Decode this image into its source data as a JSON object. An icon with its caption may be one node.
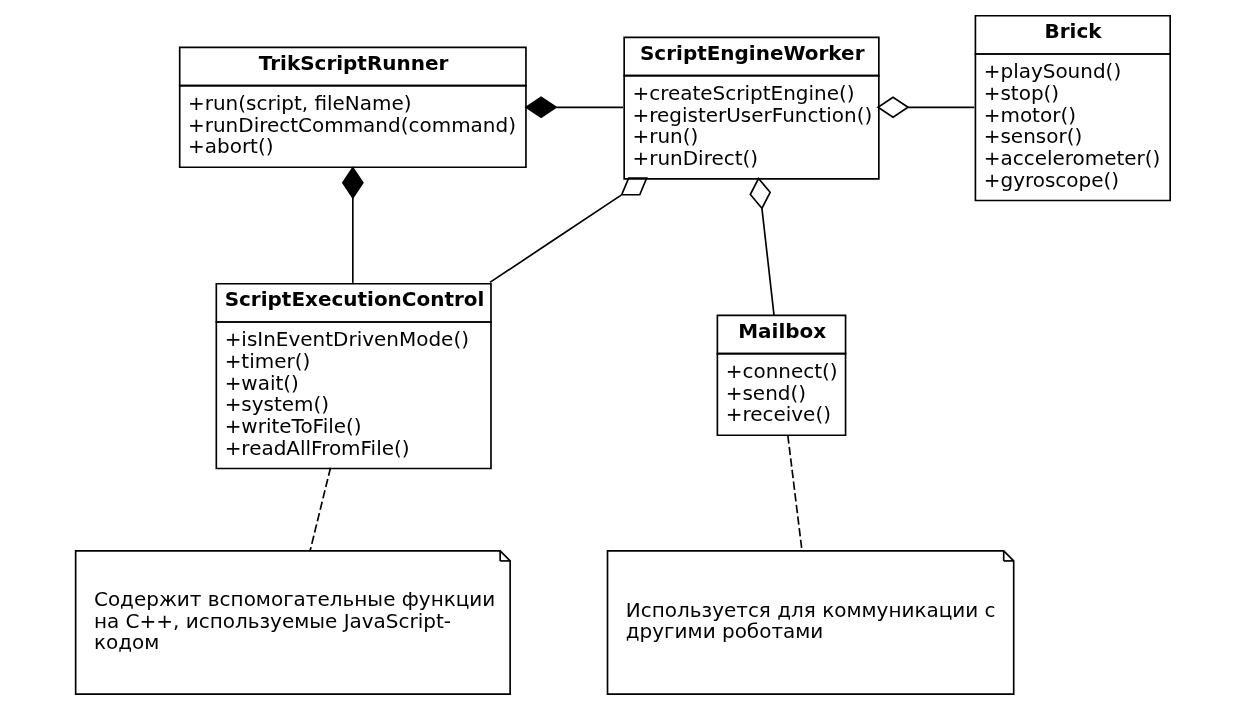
{
  "diagram": {
    "nodes": [
      {
        "text": [
          "TrikScriptRunner",
          "+run(script, fileName)",
          "+runDirectCommand(command)",
          "+abort()"
        ]
      },
      {
        "text": [
          "ScriptEngineWorker",
          "+createScriptEngine()",
          "+registerUserFunction()",
          "+run()",
          "+runDirect()"
        ]
      },
      {
        "text": [
          "Brick",
          "+playSound()",
          "+stop()",
          "+motor()",
          "+sensor()",
          "+accelerometer()",
          "+gyroscope()"
        ]
      },
      {
        "text": [
          "ScriptExecutionControl",
          "+isInEventDrivenMode()",
          "+timer()",
          "+wait()",
          "+system()",
          "+writeToFile()",
          "+readAllFromFile()"
        ]
      },
      {
        "text": [
          "Mailbox",
          "+connect()",
          "+send()",
          "+receive()"
        ]
      },
      {
        "text": [
          "Содержит вспомогательные функции на C++, используемые JavaScript-кодом"
        ]
      },
      {
        "text": [
          "Используется для коммуникации с другими роботами"
        ]
      }
    ],
    "edges": [
      {
        "from": 0,
        "to": 1,
        "arrow": "other"
      },
      {
        "from": 0,
        "to": 3,
        "arrow": "other"
      },
      {
        "from": 1,
        "to": 2,
        "arrow": "other"
      },
      {
        "from": 1,
        "to": 3,
        "arrow": "other"
      },
      {
        "from": 1,
        "to": 4,
        "arrow": "other"
      },
      {
        "from": 3,
        "to": 5,
        "arrow": "none",
        "style": "dashed"
      },
      {
        "from": 4,
        "to": 6,
        "arrow": "none",
        "style": "dashed"
      }
    ]
  }
}
